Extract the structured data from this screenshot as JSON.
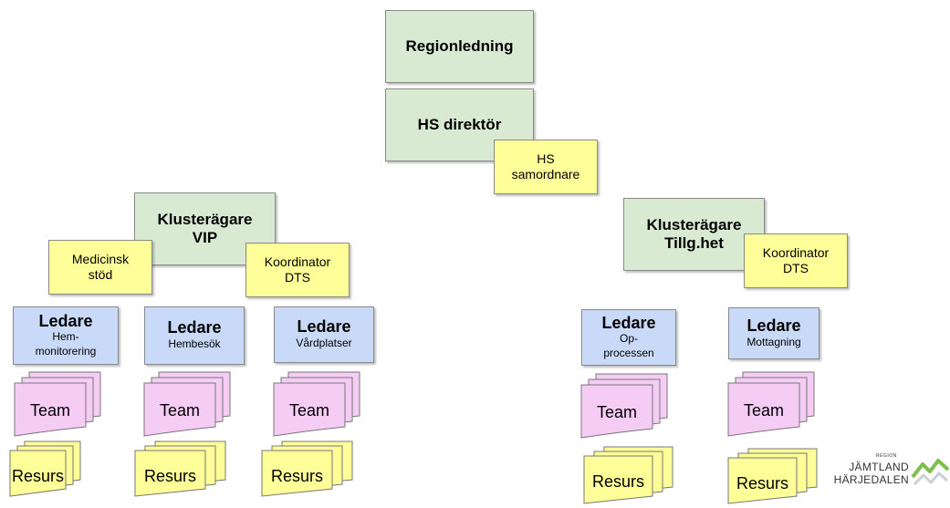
{
  "regionledning": "Regionledning",
  "hs_direktor": "HS direktör",
  "hs_samordnare": "HS\nsamordnare",
  "cluster_vip": {
    "title": "Klusterägare\nVIP",
    "medicinsk_stod": "Medicinsk\nstöd",
    "koordinator": "Koordinator\nDTS"
  },
  "cluster_tillg": {
    "title": "Klusterägare\nTillg.het",
    "koordinator": "Koordinator\nDTS"
  },
  "leaders": [
    {
      "title": "Ledare",
      "sub": "Hem-\nmonitorering"
    },
    {
      "title": "Ledare",
      "sub": "Hembesök"
    },
    {
      "title": "Ledare",
      "sub": "Vårdplatser"
    },
    {
      "title": "Ledare",
      "sub": "Op-\nprocessen"
    },
    {
      "title": "Ledare",
      "sub": "Mottagning"
    }
  ],
  "team_label": "Team",
  "resurs_label": "Resurs",
  "logo": {
    "region": "REGION",
    "line1": "JÄMTLAND",
    "line2": "HÄRJEDALEN"
  },
  "colors": {
    "green": "#d9ead3",
    "yellow": "#ffff99",
    "blue": "#c9daf8",
    "pink": "#f4ccf4",
    "resurs_yellow": "#ffff99"
  }
}
